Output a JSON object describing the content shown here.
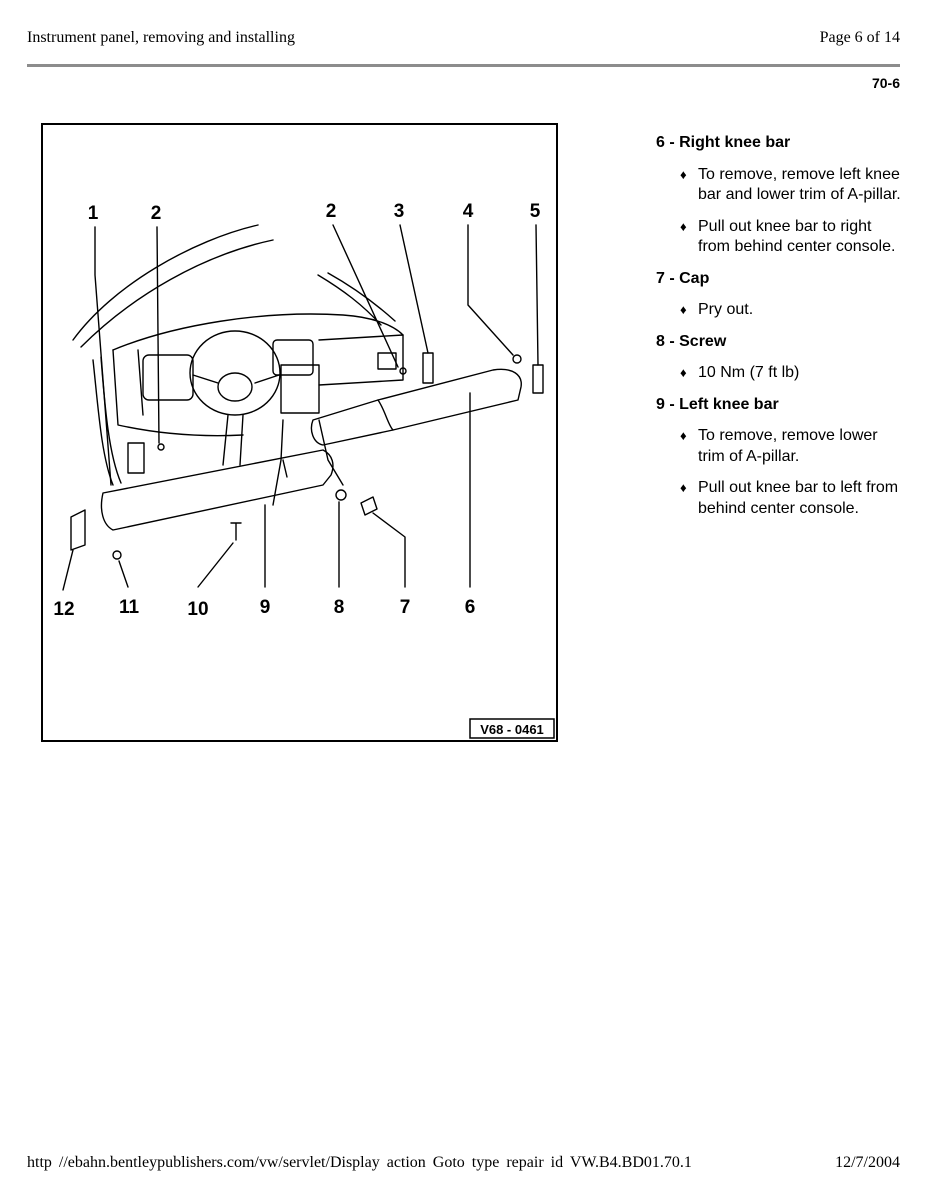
{
  "header": {
    "title": "Instrument panel, removing and installing",
    "page": "Page 6 of 14"
  },
  "section": "70-6",
  "figure": {
    "code": "V68 - 0461",
    "callouts": [
      "1",
      "2",
      "2",
      "3",
      "4",
      "5",
      "12",
      "11",
      "10",
      "9",
      "8",
      "7",
      "6"
    ]
  },
  "legend": [
    {
      "title": "6 - Right knee bar",
      "bullets": [
        "To remove, remove left knee bar and lower trim of A-pillar.",
        "Pull out knee bar to right from behind center console."
      ]
    },
    {
      "title": "7 - Cap",
      "bullets": [
        "Pry out."
      ]
    },
    {
      "title": "8 - Screw",
      "bullets": [
        "10 Nm (7 ft lb)"
      ]
    },
    {
      "title": "9 - Left knee bar",
      "bullets": [
        "To remove, remove lower trim of A-pillar.",
        "Pull out knee bar to left from behind center console."
      ]
    }
  ],
  "footer": {
    "url": "http //ebahn.bentleypublishers.com/vw/servlet/Display action Goto type repair id VW.B4.BD01.70.1",
    "date": "12/7/2004"
  }
}
